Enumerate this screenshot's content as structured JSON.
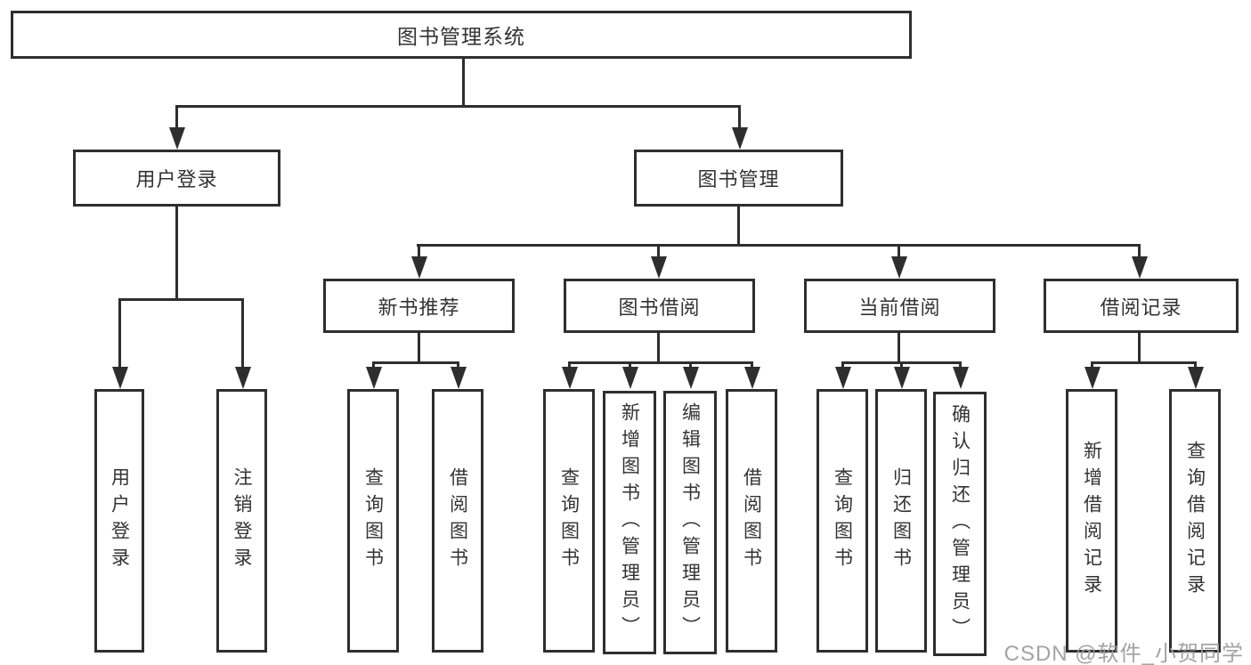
{
  "root": {
    "label": "图书管理系统"
  },
  "user_login": {
    "label": "用户登录",
    "children": [
      {
        "label": "用户登录"
      },
      {
        "label": "注销登录"
      }
    ]
  },
  "book_mgmt": {
    "label": "图书管理",
    "groups": [
      {
        "label": "新书推荐",
        "children": [
          {
            "label": "查询图书"
          },
          {
            "label": "借阅图书"
          }
        ]
      },
      {
        "label": "图书借阅",
        "children": [
          {
            "label": "查询图书"
          },
          {
            "label": "新增图书（管理员）"
          },
          {
            "label": "编辑图书（管理员）"
          },
          {
            "label": "借阅图书"
          }
        ]
      },
      {
        "label": "当前借阅",
        "children": [
          {
            "label": "查询图书"
          },
          {
            "label": "归还图书"
          },
          {
            "label": "确认归还（管理员）"
          }
        ]
      },
      {
        "label": "借阅记录",
        "children": [
          {
            "label": "新增借阅记录"
          },
          {
            "label": "查询借阅记录"
          }
        ]
      }
    ]
  },
  "watermark": {
    "text": "CSDN @软件_小贺同学"
  },
  "colors": {
    "line": "#2e2e2e",
    "text": "#333333",
    "watermark": "#9e9e9e",
    "background": "#ffffff"
  }
}
